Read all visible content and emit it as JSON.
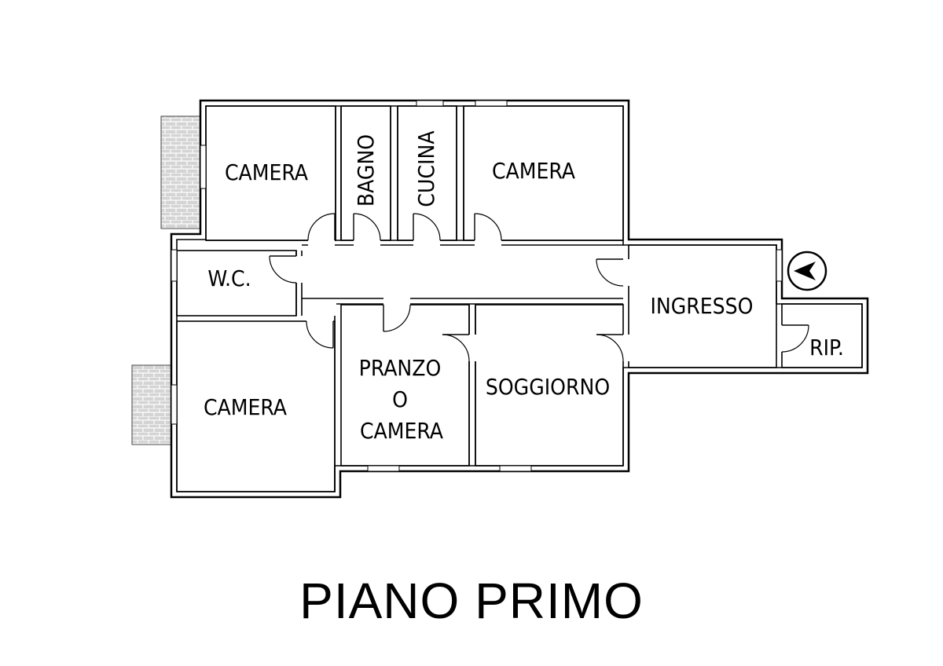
{
  "floor_title": "PIANO PRIMO",
  "rooms": {
    "camera_top_left": "CAMERA",
    "bagno": "BAGNO",
    "cucina": "CUCINA",
    "camera_top_right": "CAMERA",
    "wc": "W.C.",
    "ingresso": "INGRESSO",
    "rip": "RIP.",
    "camera_bottom_left": "CAMERA",
    "pranzo_line1": "PRANZO",
    "pranzo_line2": "O",
    "pranzo_line3": "CAMERA",
    "soggiorno": "SOGGIORNO"
  },
  "icons": {
    "north_arrow": "north-arrow-icon"
  }
}
